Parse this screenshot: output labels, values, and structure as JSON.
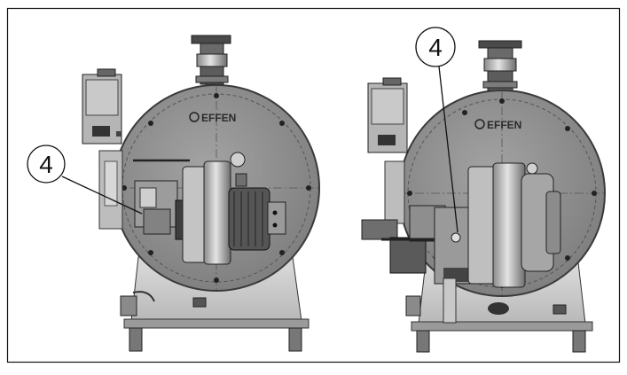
{
  "figure": {
    "brand_logo_left": "EFFEN",
    "brand_logo_right": "EFFEN",
    "callout_left": "4",
    "callout_right": "4"
  },
  "colors": {
    "frame_border": "#111111",
    "drum_fill": "#8f8f8f",
    "drum_edge": "#3a3a3a",
    "metal_light": "#d6d6d6",
    "metal_mid": "#a9a9a9",
    "metal_dark": "#4b4b4b",
    "base_fill": "#cfcfcf"
  }
}
